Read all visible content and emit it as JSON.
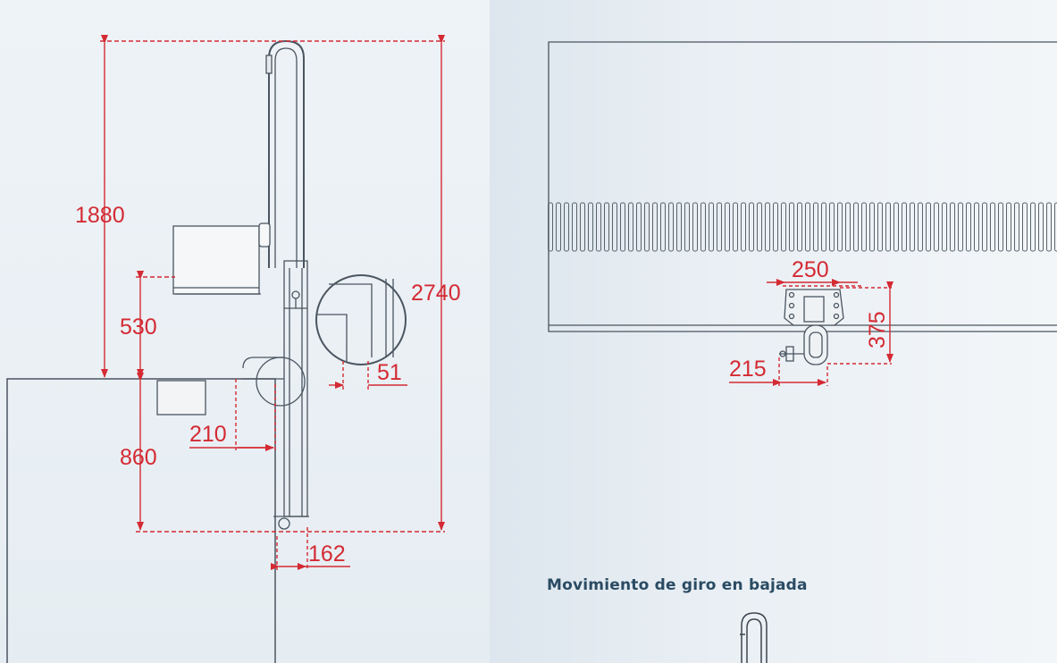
{
  "left_drawing": {
    "dims": {
      "total_height": "2740",
      "upper_height": "1880",
      "mid_height": "530",
      "lower_height": "860",
      "offset_210": "210",
      "offset_51": "51",
      "offset_162": "162"
    }
  },
  "right_drawing": {
    "dims": {
      "width_250": "250",
      "height_375": "375",
      "offset_215": "215"
    }
  },
  "caption": "Movimiento de giro en bajada",
  "colors": {
    "dimension": "#d42a33",
    "line": "#4a5560",
    "caption": "#2a4b63"
  }
}
